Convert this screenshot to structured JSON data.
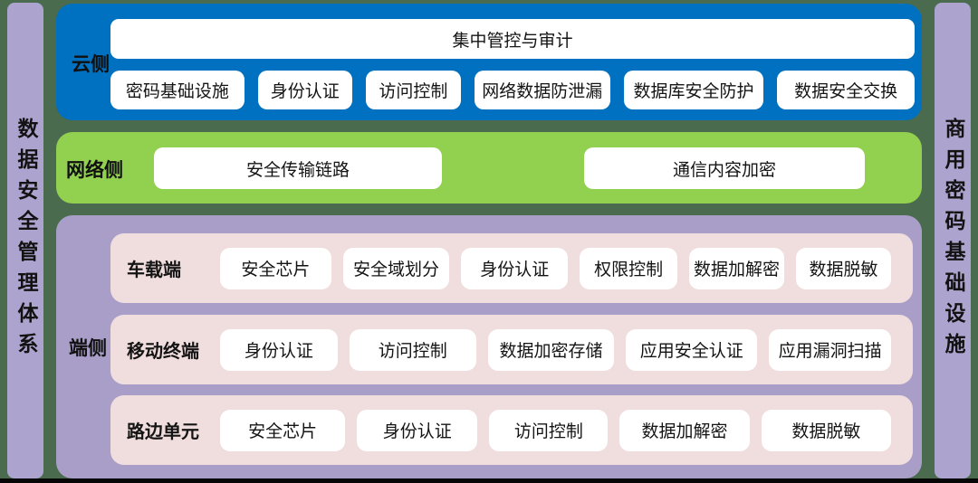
{
  "colors": {
    "background": "#4a6b4e",
    "cloud_blue": "#0070c0",
    "network_green": "#92d050",
    "device_purple": "#a89ec8",
    "side_bar_purple": "#aca4ce",
    "row_pink": "#f0dddd",
    "box_white": "#ffffff",
    "text": "#141414"
  },
  "left_bar": {
    "text": "数据安全管理体系"
  },
  "right_bar": {
    "text": "商用密码基础设施"
  },
  "cloud": {
    "label": "云侧",
    "top_bar": "集中管控与审计",
    "items": [
      "密码基础设施",
      "身份认证",
      "访问控制",
      "网络数据防泄漏",
      "数据库安全防护",
      "数据安全交换"
    ]
  },
  "network": {
    "label": "网络侧",
    "items": [
      "安全传输链路",
      "通信内容加密"
    ]
  },
  "device": {
    "label": "端侧",
    "rows": [
      {
        "label": "车载端",
        "items": [
          "安全芯片",
          "安全域划分",
          "身份认证",
          "权限控制",
          "数据加解密",
          "数据脱敏"
        ]
      },
      {
        "label": "移动终端",
        "items": [
          "身份认证",
          "访问控制",
          "数据加密存储",
          "应用安全认证",
          "应用漏洞扫描"
        ]
      },
      {
        "label": "路边单元",
        "items": [
          "安全芯片",
          "身份认证",
          "访问控制",
          "数据加解密",
          "数据脱敏"
        ]
      }
    ]
  }
}
